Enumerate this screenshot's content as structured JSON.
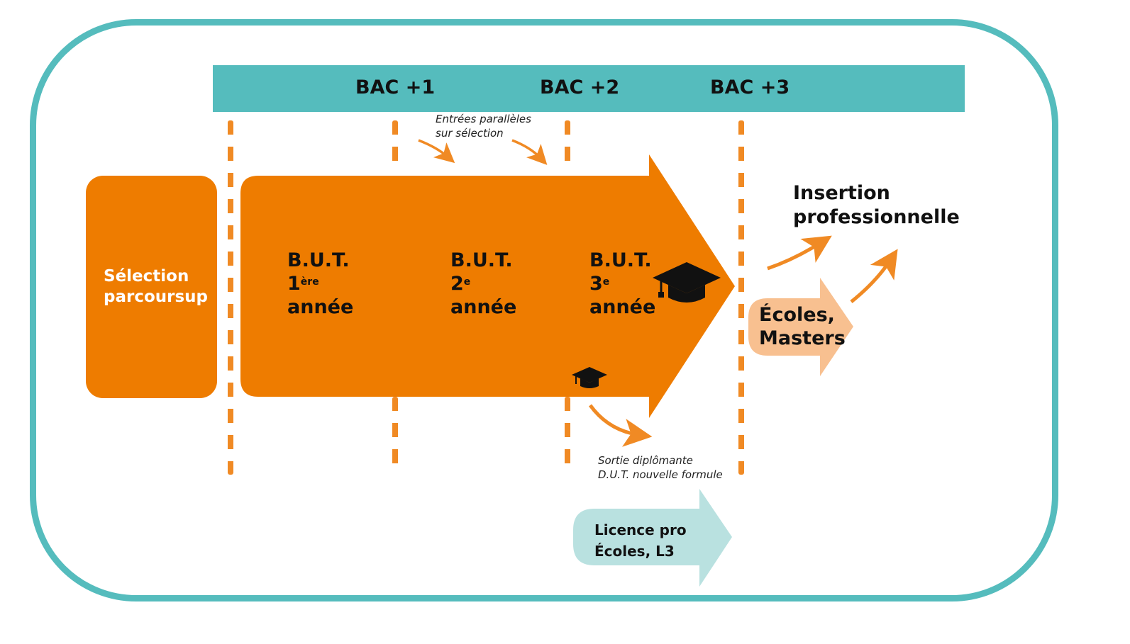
{
  "bac_levels": [
    {
      "label": "BAC +1"
    },
    {
      "label": "BAC +2"
    },
    {
      "label": "BAC +3"
    }
  ],
  "selection": {
    "line1": "Sélection",
    "line2": "parcoursup"
  },
  "years": [
    {
      "title": "B.U.T.",
      "number": "1",
      "suffix": "ère",
      "word": "année"
    },
    {
      "title": "B.U.T.",
      "number": "2",
      "suffix": "e",
      "word": "année"
    },
    {
      "title": "B.U.T.",
      "number": "3",
      "suffix": "e",
      "word": "année"
    }
  ],
  "parallel_entries": {
    "line1": "Entrées parallèles",
    "line2": "sur sélection"
  },
  "graduating_exit": {
    "line1": "Sortie diplômante",
    "line2": "D.U.T. nouvelle formule"
  },
  "insertion": {
    "line1": "Insertion",
    "line2": "professionnelle"
  },
  "schools_masters": {
    "line1": "Écoles,",
    "line2": "Masters"
  },
  "licence": {
    "line1": "Licence pro",
    "line2": "Écoles, L3"
  },
  "colors": {
    "teal": "#55bcbd",
    "orange": "#ee7c00",
    "arrow_orange": "#f08a24",
    "light_orange": "#f8c090",
    "light_teal": "#b9e1e0",
    "text": "#111111"
  },
  "icons": [
    "graduation-cap-icon"
  ]
}
